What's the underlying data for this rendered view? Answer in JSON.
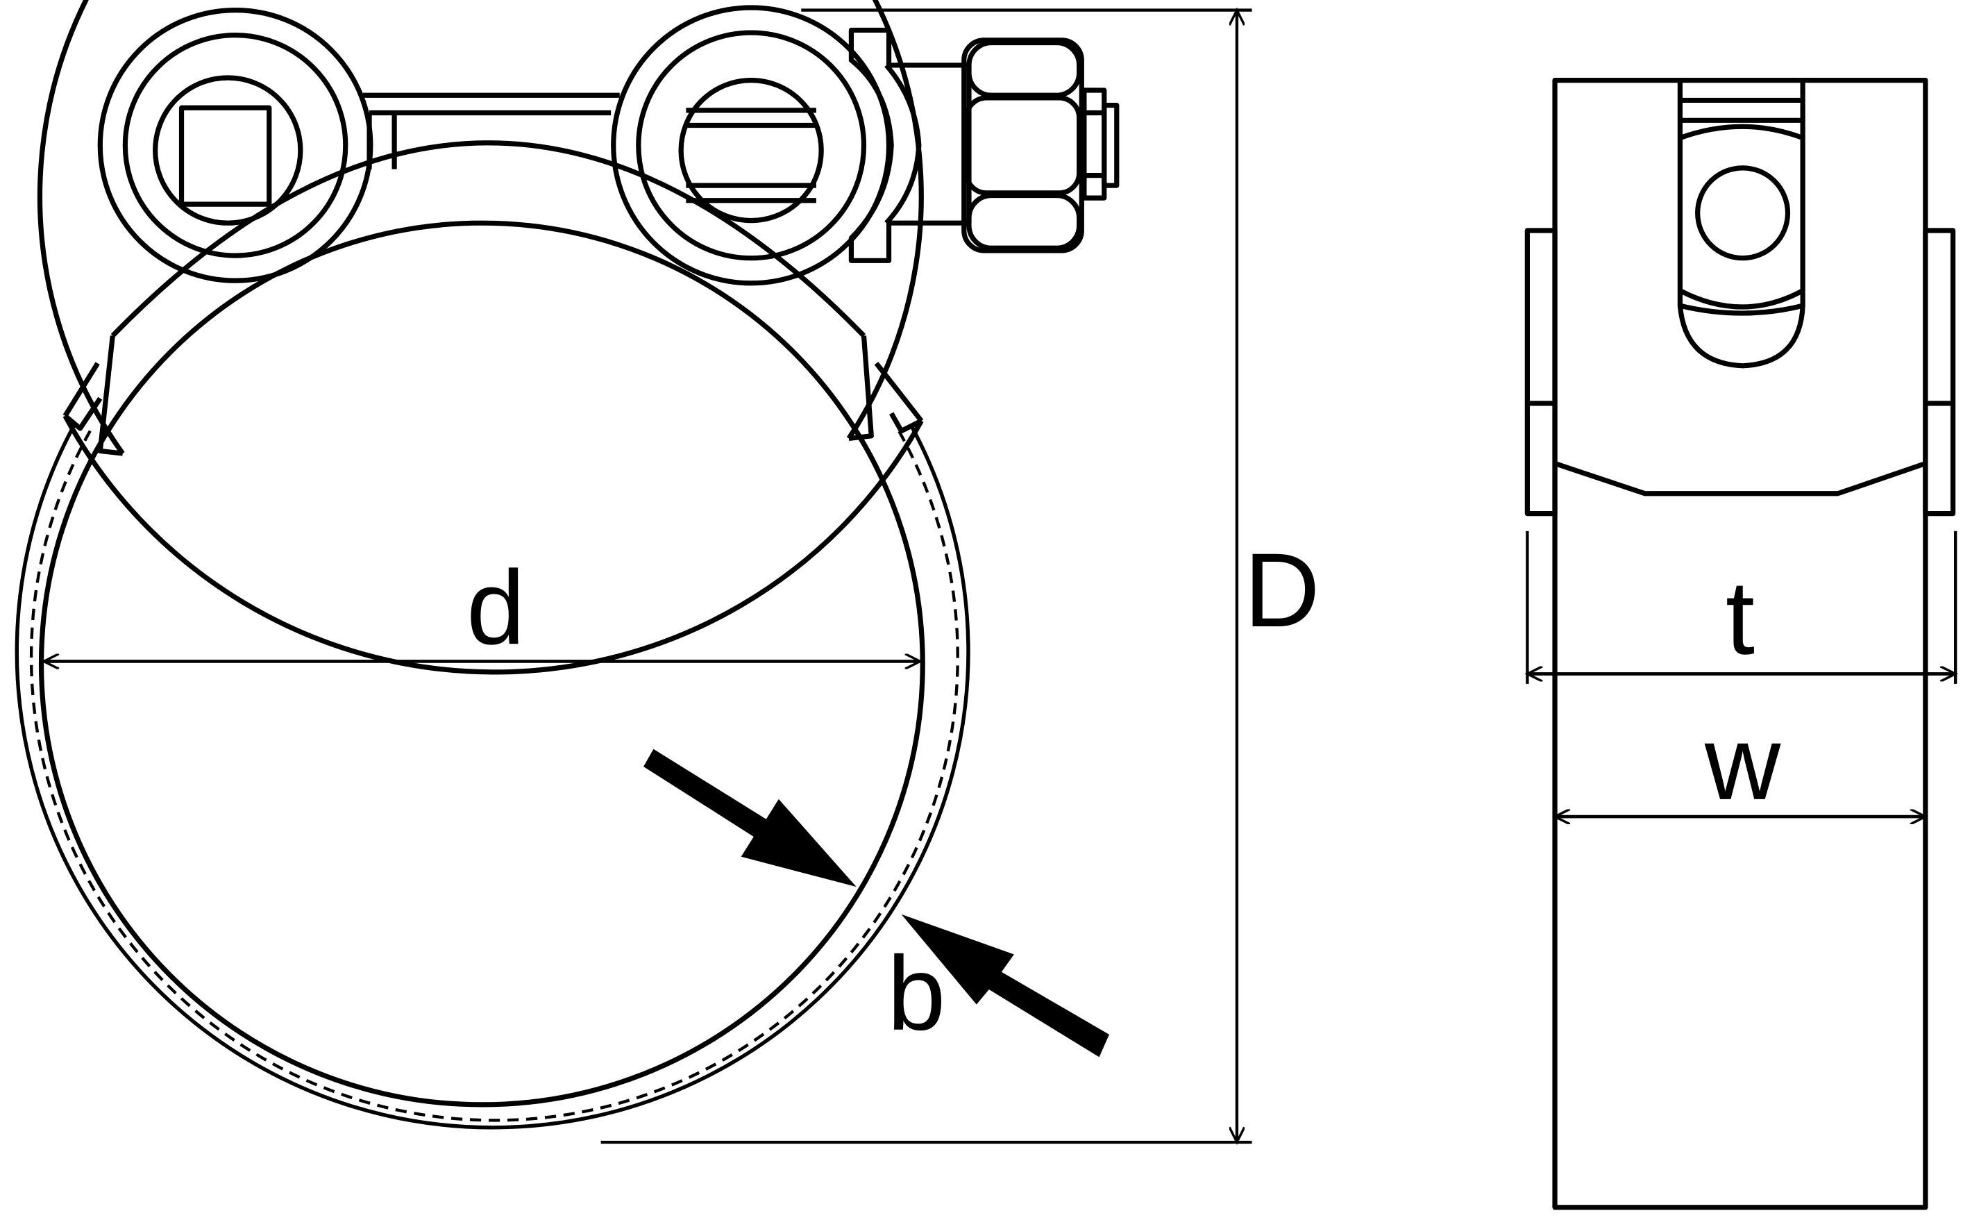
{
  "labels": {
    "d": "d",
    "D": "D",
    "b": "b",
    "t": "t",
    "w": "w"
  },
  "colors": {
    "stroke": "#000000",
    "background": "#ffffff"
  }
}
